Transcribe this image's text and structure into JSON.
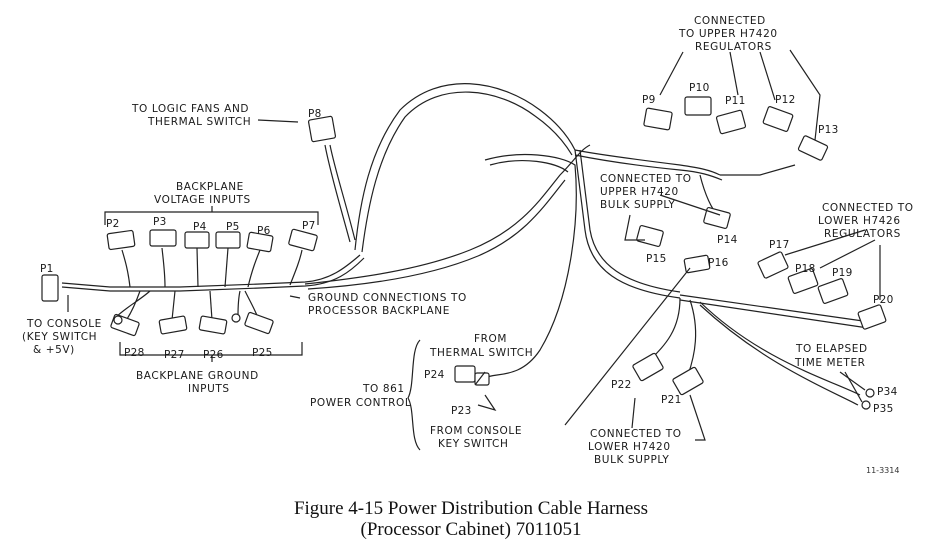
{
  "caption": {
    "line1": "Figure 4-15   Power Distribution Cable Harness",
    "line2": "(Processor Cabinet) 7011051"
  },
  "drawing_number": "11-3314",
  "labels": {
    "logic_fans": [
      "TO LOGIC FANS AND",
      "THERMAL SWITCH"
    ],
    "backplane_voltage": [
      "BACKPLANE",
      "VOLTAGE INPUTS"
    ],
    "to_console": [
      "TO CONSOLE",
      "(KEY SWITCH",
      "& +5V)"
    ],
    "ground_connections": [
      "GROUND CONNECTIONS TO",
      "PROCESSOR BACKPLANE"
    ],
    "backplane_ground": [
      "BACKPLANE GROUND",
      "INPUTS"
    ],
    "from_thermal": [
      "FROM",
      "THERMAL SWITCH"
    ],
    "power_control": [
      "TO 861",
      "POWER CONTROL"
    ],
    "from_console": "FROM  CONSOLE",
    "key_switch": "KEY SWITCH",
    "upper_regulators": [
      "CONNECTED",
      "TO UPPER H7420",
      "REGULATORS"
    ],
    "upper_bulk": [
      "CONNECTED TO",
      "UPPER H7420",
      "BULK SUPPLY"
    ],
    "lower_regulators": [
      "CONNECTED TO",
      "LOWER H7426",
      "REGULATORS"
    ],
    "elapsed_meter": [
      "TO ELAPSED",
      "TIME METER"
    ],
    "lower_bulk": [
      "CONNECTED TO",
      "LOWER H7420",
      "BULK SUPPLY"
    ]
  },
  "connectors": [
    "P1",
    "P2",
    "P3",
    "P4",
    "P5",
    "P6",
    "P7",
    "P8",
    "P9",
    "P10",
    "P11",
    "P12",
    "P13",
    "P14",
    "P15",
    "P16",
    "P17",
    "P18",
    "P19",
    "P20",
    "P21",
    "P22",
    "P23",
    "P24",
    "P25",
    "P26",
    "P27",
    "P28",
    "P34",
    "P35"
  ]
}
